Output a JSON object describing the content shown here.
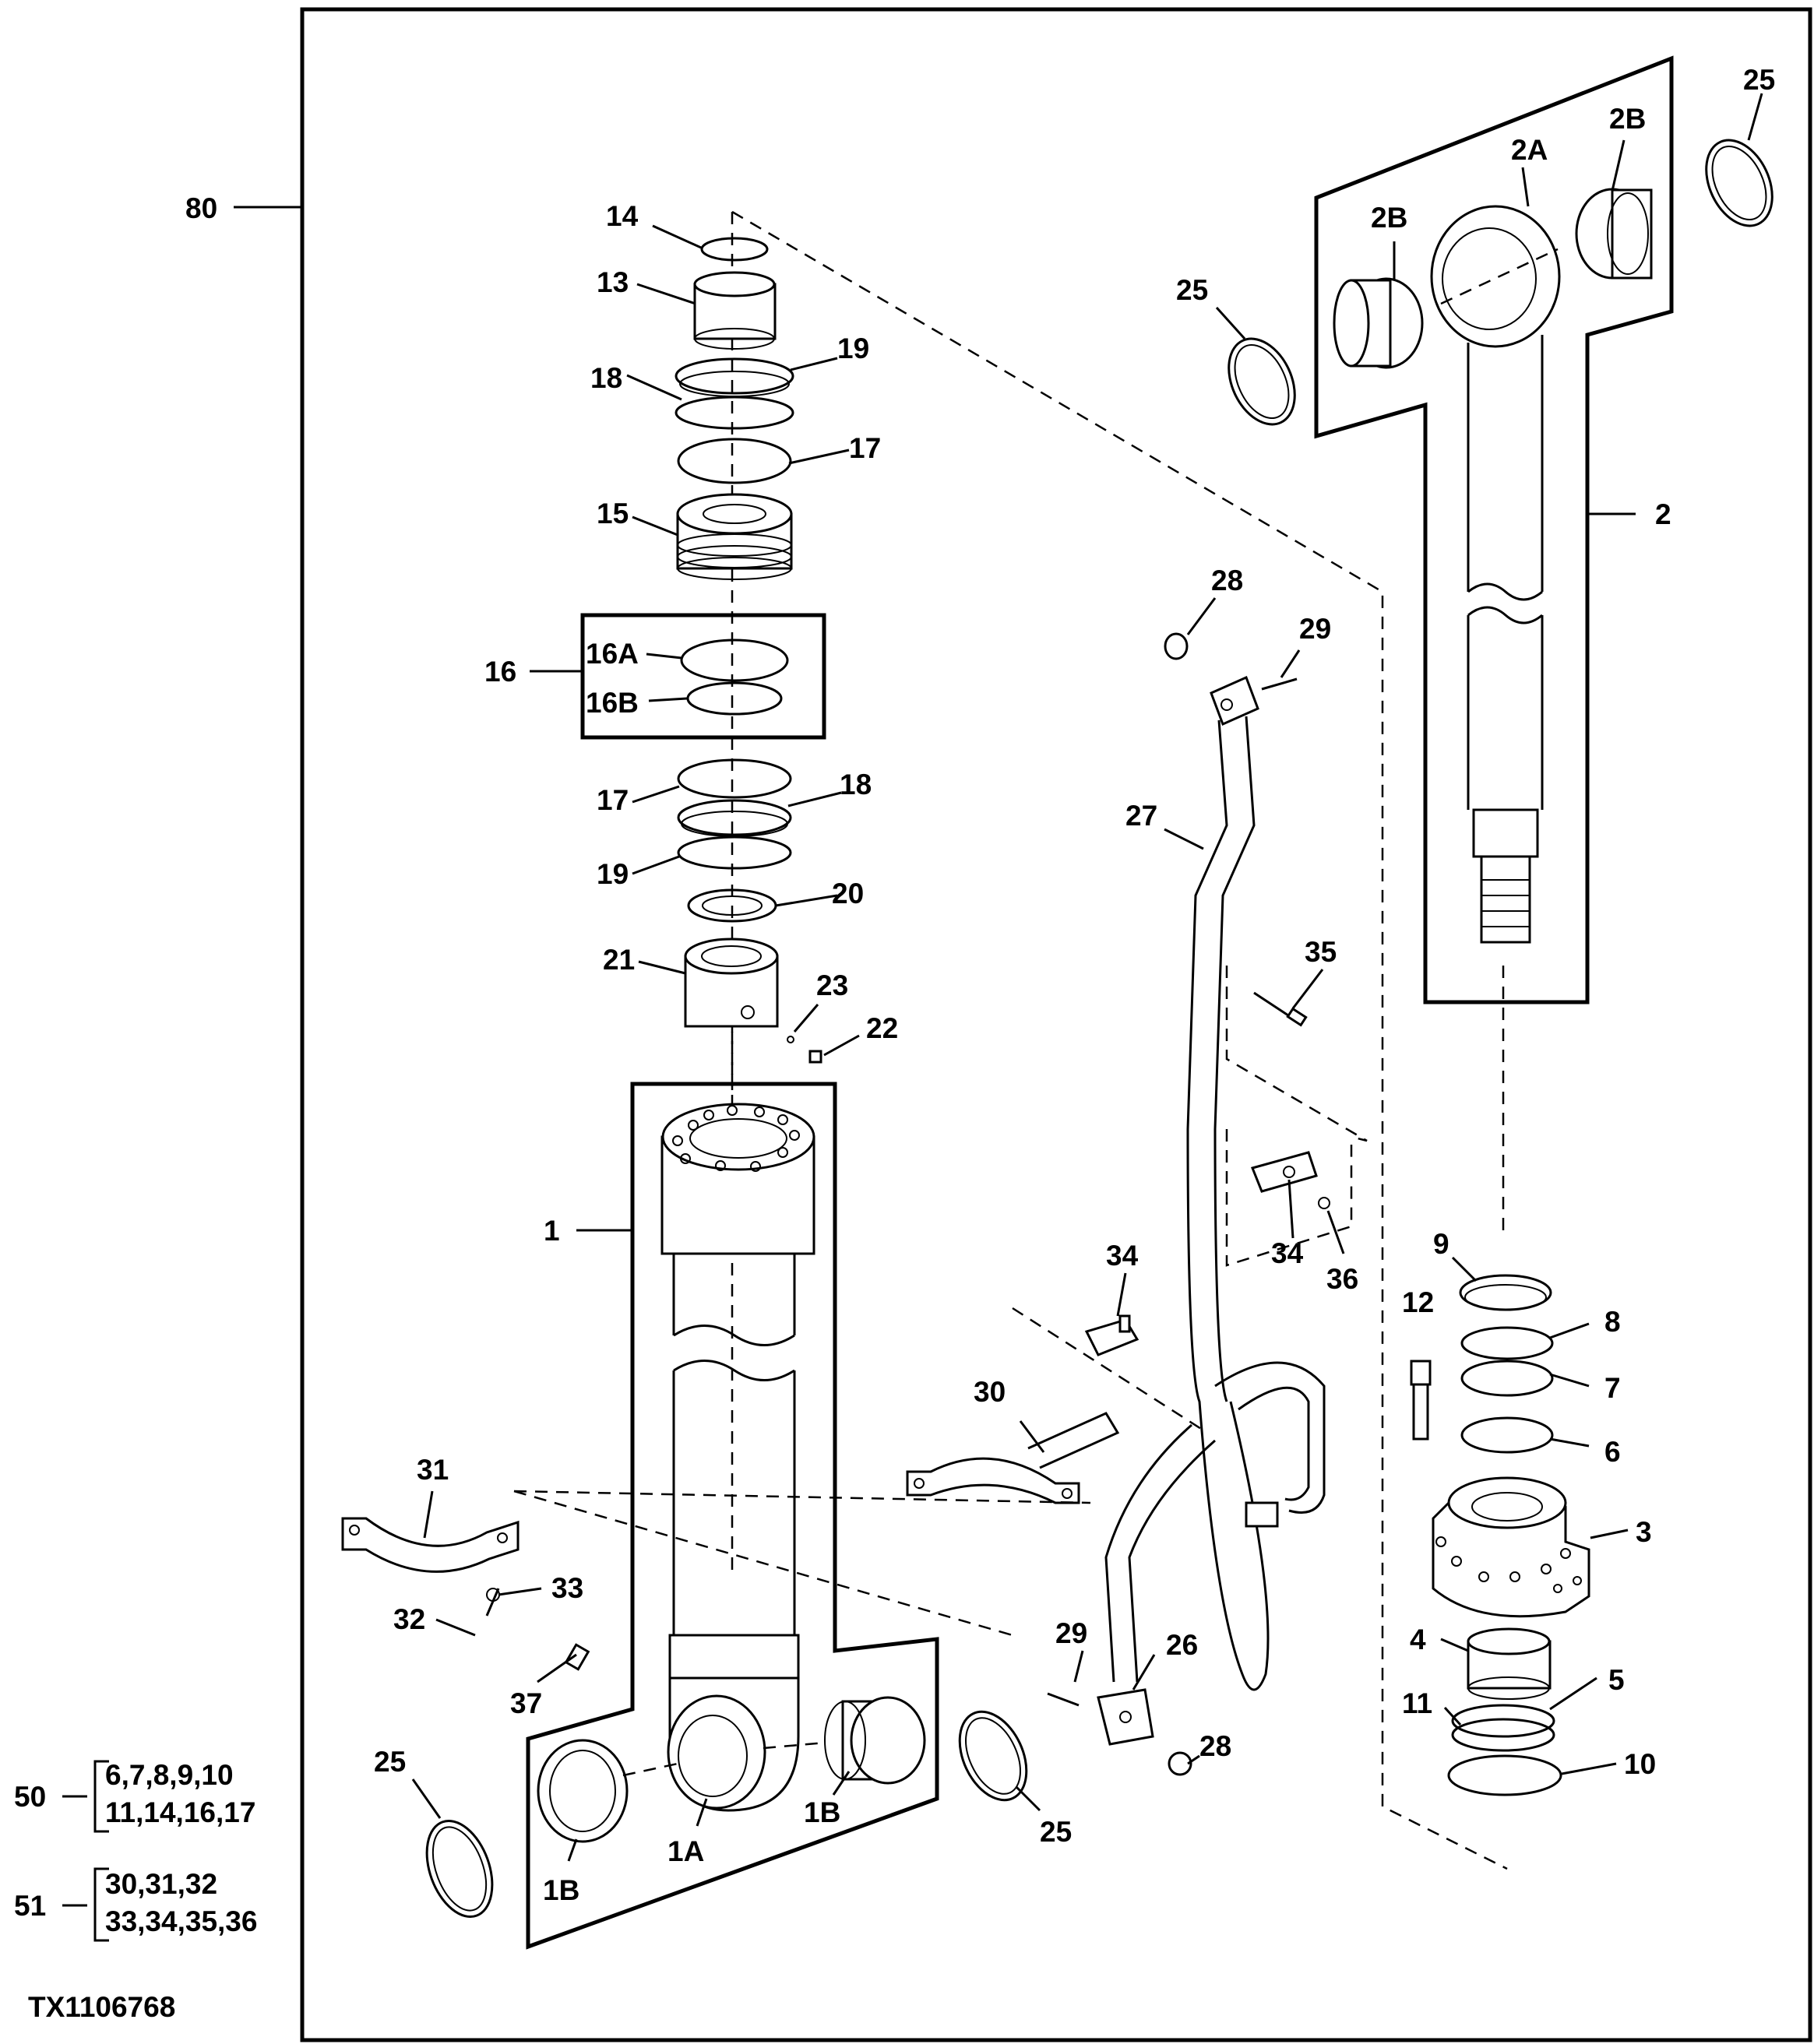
{
  "drawing_id": "TX1106768",
  "frame_label": "80",
  "callouts": {
    "c1": "1",
    "c1A": "1A",
    "c1B_left": "1B",
    "c1B_right": "1B",
    "c2": "2",
    "c2A": "2A",
    "c2B_left": "2B",
    "c2B_right": "2B",
    "c3": "3",
    "c4": "4",
    "c5": "5",
    "c6": "6",
    "c7": "7",
    "c8": "8",
    "c9": "9",
    "c10": "10",
    "c11": "11",
    "c12": "12",
    "c13": "13",
    "c14": "14",
    "c15": "15",
    "c16": "16",
    "c16A": "16A",
    "c16B": "16B",
    "c17_top": "17",
    "c17_mid": "17",
    "c18_top": "18",
    "c18_mid": "18",
    "c19_top": "19",
    "c19_mid": "19",
    "c20": "20",
    "c21": "21",
    "c22": "22",
    "c23": "23",
    "c25_tr": "25",
    "c25_tl": "25",
    "c25_bl": "25",
    "c25_bm": "25",
    "c26": "26",
    "c27": "27",
    "c28_top": "28",
    "c28_bot": "28",
    "c29_top": "29",
    "c29_bot": "29",
    "c30": "30",
    "c31": "31",
    "c32": "32",
    "c33": "33",
    "c34_a": "34",
    "c34_b": "34",
    "c35": "35",
    "c36": "36",
    "c37": "37"
  },
  "kits": [
    {
      "label": "50",
      "items": [
        "6,7,8,9,10",
        "11,14,16,17"
      ]
    },
    {
      "label": "51",
      "items": [
        "30,31,32",
        "33,34,35,36"
      ]
    }
  ]
}
